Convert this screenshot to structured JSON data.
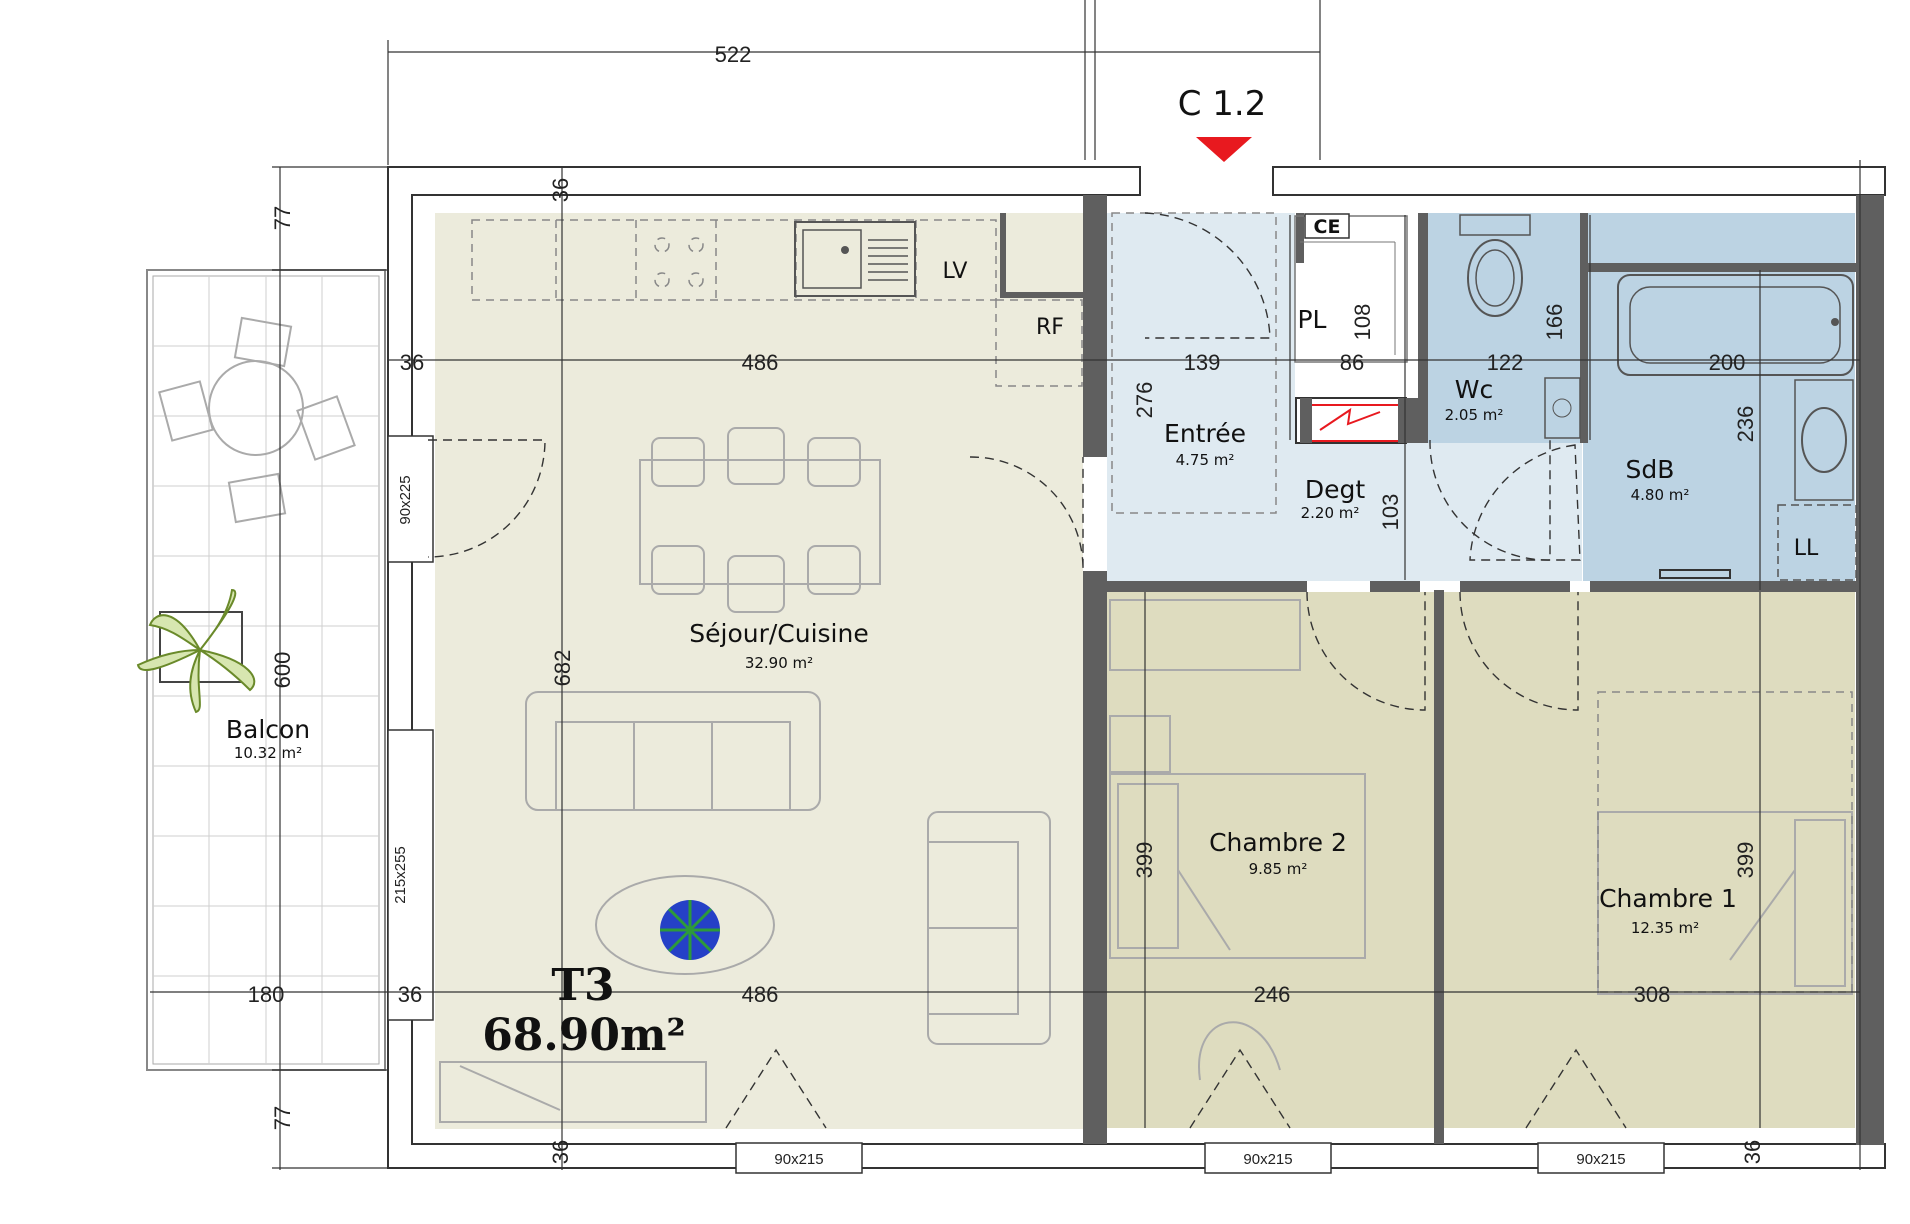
{
  "reference": "C 1.2",
  "apartment": {
    "type": "T3",
    "total_area": "68.90m²"
  },
  "rooms": {
    "sejour": {
      "name": "Séjour/Cuisine",
      "area": "32.90 m²"
    },
    "entree": {
      "name": "Entrée",
      "area": "4.75 m²"
    },
    "degt": {
      "name": "Degt",
      "area": "2.20 m²"
    },
    "wc": {
      "name": "Wc",
      "area": "2.05 m²"
    },
    "sdb": {
      "name": "SdB",
      "area": "4.80 m²"
    },
    "chambre1": {
      "name": "Chambre 1",
      "area": "12.35 m²"
    },
    "chambre2": {
      "name": "Chambre 2",
      "area": "9.85 m²"
    },
    "balcon": {
      "name": "Balcon",
      "area": "10.32 m²"
    }
  },
  "fixtures": {
    "lv": "LV",
    "rf": "RF",
    "pl": "PL",
    "ce": "CE",
    "ll": "LL"
  },
  "dimensions": {
    "top_width": "522",
    "top_wall_left": "36",
    "top_wall_right": "36",
    "left_upper": "77",
    "left_lower": "77",
    "left_balcony": "600",
    "balcony_width": "180",
    "wall_36_upper": "36",
    "wall_36_lower": "36",
    "sejour_width_upper": "486",
    "sejour_width_lower": "486",
    "sejour_height": "682",
    "entree_width": "139",
    "entree_height": "276",
    "pl_depth": "108",
    "pl_width": "86",
    "wc_width": "122",
    "wc_height": "166",
    "sdb_width": "200",
    "sdb_height": "236",
    "degt_height": "103",
    "chambre2_height": "399",
    "chambre2_width": "246",
    "chambre1_height": "399",
    "chambre1_width": "308"
  },
  "openings": {
    "window_balcony_upper": "90x225",
    "window_balcony_lower": "215x255",
    "window_sejour": "90x215",
    "window_chambre2": "90x215",
    "window_chambre1": "90x215"
  },
  "colors": {
    "sejour": "#ecebdc",
    "bedrooms": "#dedcbf",
    "entree": "#dfeaf1",
    "wet_rooms": "#bcd3e3",
    "wall": "#5f5f5f",
    "marker": "#e8191f"
  }
}
